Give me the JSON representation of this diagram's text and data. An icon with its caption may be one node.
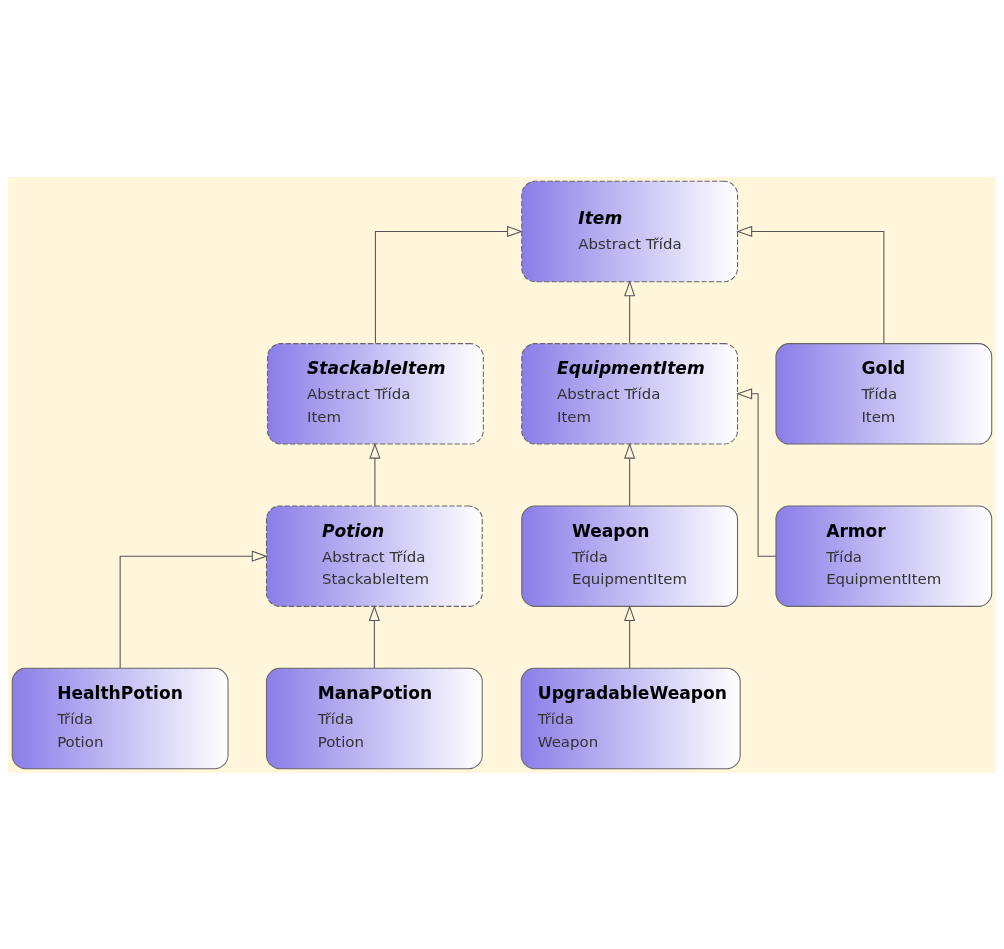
{
  "diagram": {
    "nodes": [
      {
        "text": [
          "Item",
          "Abstract Třída"
        ]
      },
      {
        "text": [
          "StackableItem",
          "Abstract Třída",
          "Item"
        ]
      },
      {
        "text": [
          "EquipmentItem",
          "Abstract Třída",
          "Item"
        ]
      },
      {
        "text": [
          "Gold",
          "Třída",
          "Item"
        ]
      },
      {
        "text": [
          "Potion",
          "Abstract Třída",
          "StackableItem"
        ]
      },
      {
        "text": [
          "Weapon",
          "Třída",
          "EquipmentItem"
        ]
      },
      {
        "text": [
          "Armor",
          "Třída",
          "EquipmentItem"
        ]
      },
      {
        "text": [
          "HealthPotion",
          "Třída",
          "Potion"
        ]
      },
      {
        "text": [
          "ManaPotion",
          "Třída",
          "Potion"
        ]
      },
      {
        "text": [
          "UpgradableWeapon",
          "Třída",
          "Weapon"
        ]
      }
    ],
    "edges": [
      {
        "from": 1,
        "to": 0,
        "arrow": "to"
      },
      {
        "from": 2,
        "to": 0,
        "arrow": "to"
      },
      {
        "from": 3,
        "to": 0,
        "arrow": "to"
      },
      {
        "from": 4,
        "to": 1,
        "arrow": "to"
      },
      {
        "from": 5,
        "to": 2,
        "arrow": "to"
      },
      {
        "from": 6,
        "to": 2,
        "arrow": "to"
      },
      {
        "from": 7,
        "to": 4,
        "arrow": "to"
      },
      {
        "from": 8,
        "to": 4,
        "arrow": "to"
      },
      {
        "from": 9,
        "to": 5,
        "arrow": "to"
      }
    ]
  }
}
